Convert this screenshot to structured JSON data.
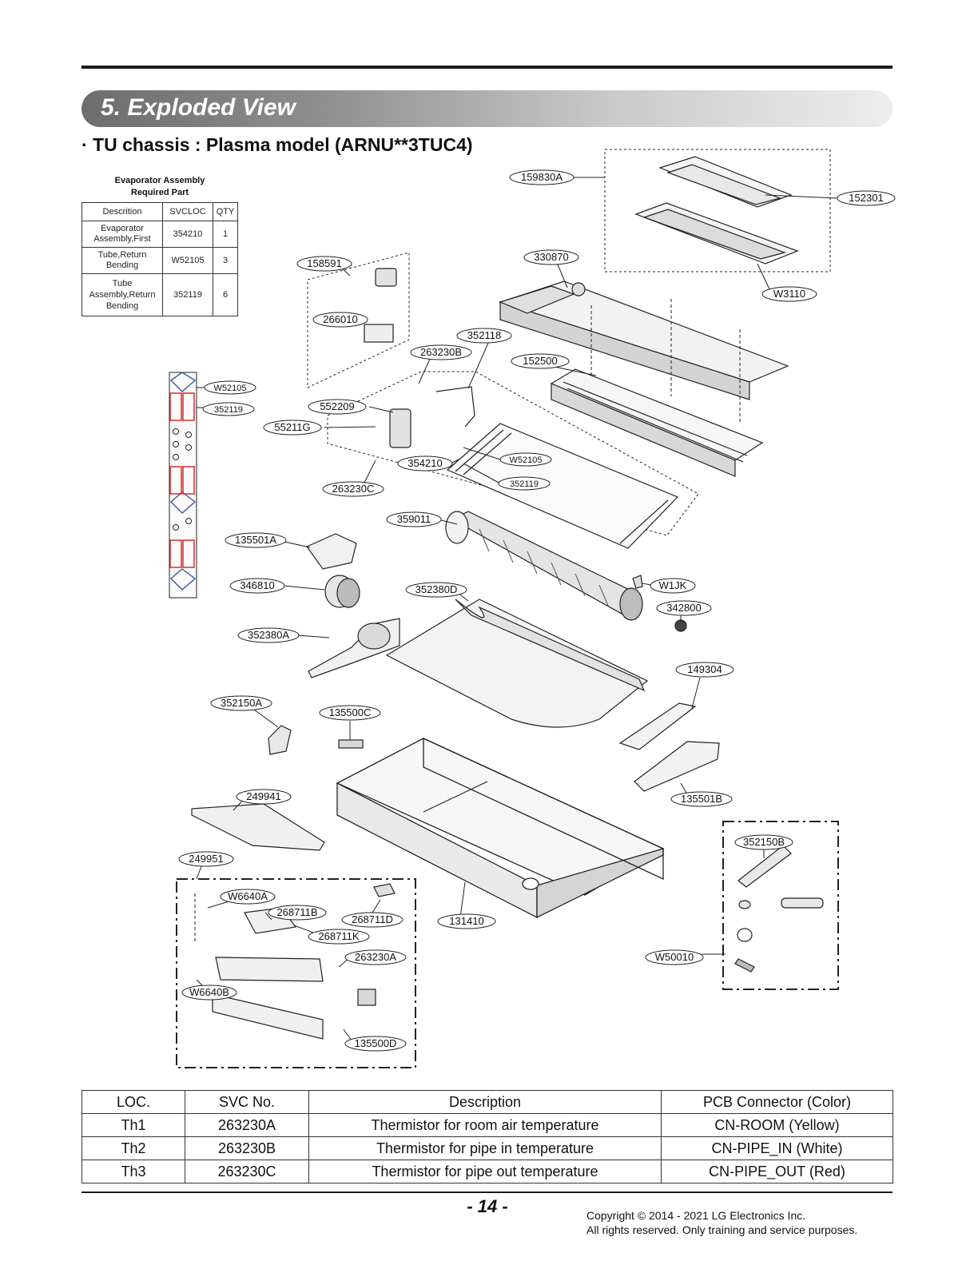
{
  "section": {
    "title": "5. Exploded View"
  },
  "subtitle": "· TU chassis : Plasma model (ARNU**3TUC4)",
  "evaporator_table": {
    "title_line1": "Evaporator Assembly",
    "title_line2": "Required Part",
    "headers": [
      "Descrition",
      "SVCLOC",
      "QTY"
    ],
    "rows": [
      {
        "desc_lines": [
          "Evaporator",
          "Assembly,First"
        ],
        "svcloc": "354210",
        "qty": "1"
      },
      {
        "desc_lines": [
          "Tube,Return",
          "Bending"
        ],
        "svcloc": "W52105",
        "qty": "3"
      },
      {
        "desc_lines": [
          "Tube",
          "Assembly,Return",
          "Bending"
        ],
        "svcloc": "352119",
        "qty": "6"
      }
    ]
  },
  "callouts": {
    "c159830A": "159830A",
    "c152301": "152301",
    "c330870": "330870",
    "cW3110": "W3110",
    "c158591": "158591",
    "c266010": "266010",
    "c352118": "352118",
    "c263230B": "263230B",
    "c152500": "152500",
    "cW52105a": "W52105",
    "c352119a": "352119",
    "c552209": "552209",
    "c55211G": "55211G",
    "cW52105b": "W52105",
    "c354210": "354210",
    "c352119b": "352119",
    "c263230C": "263230C",
    "c359011": "359011",
    "c135501A": "135501A",
    "c346810": "346810",
    "c352380D": "352380D",
    "cW1JK": "W1JK",
    "c342800": "342800",
    "c352380A": "352380A",
    "c149304": "149304",
    "c352150A": "352150A",
    "c135500C": "135500C",
    "c135501B": "135501B",
    "c249941": "249941",
    "c352150B": "352150B",
    "c249951": "249951",
    "cW6640A": "W6640A",
    "c268711B": "268711B",
    "c268711D": "268711D",
    "c131410": "131410",
    "c268711K": "268711K",
    "c263230A": "263230A",
    "cW50010": "W50010",
    "cW6640B": "W6640B",
    "c135500D": "135500D"
  },
  "thermistor_table": {
    "headers": [
      "LOC.",
      "SVC No.",
      "Description",
      "PCB Connector (Color)"
    ],
    "rows": [
      [
        "Th1",
        "263230A",
        "Thermistor for room air temperature",
        "CN-ROOM (Yellow)"
      ],
      [
        "Th2",
        "263230B",
        "Thermistor for pipe in temperature",
        "CN-PIPE_IN (White)"
      ],
      [
        "Th3",
        "263230C",
        "Thermistor for pipe out temperature",
        "CN-PIPE_OUT (Red)"
      ]
    ]
  },
  "page_number": "- 14 -",
  "copyright": {
    "line1": "Copyright © 2014 - 2021 LG Electronics Inc.",
    "line2": "All rights reserved. Only training and service purposes."
  }
}
